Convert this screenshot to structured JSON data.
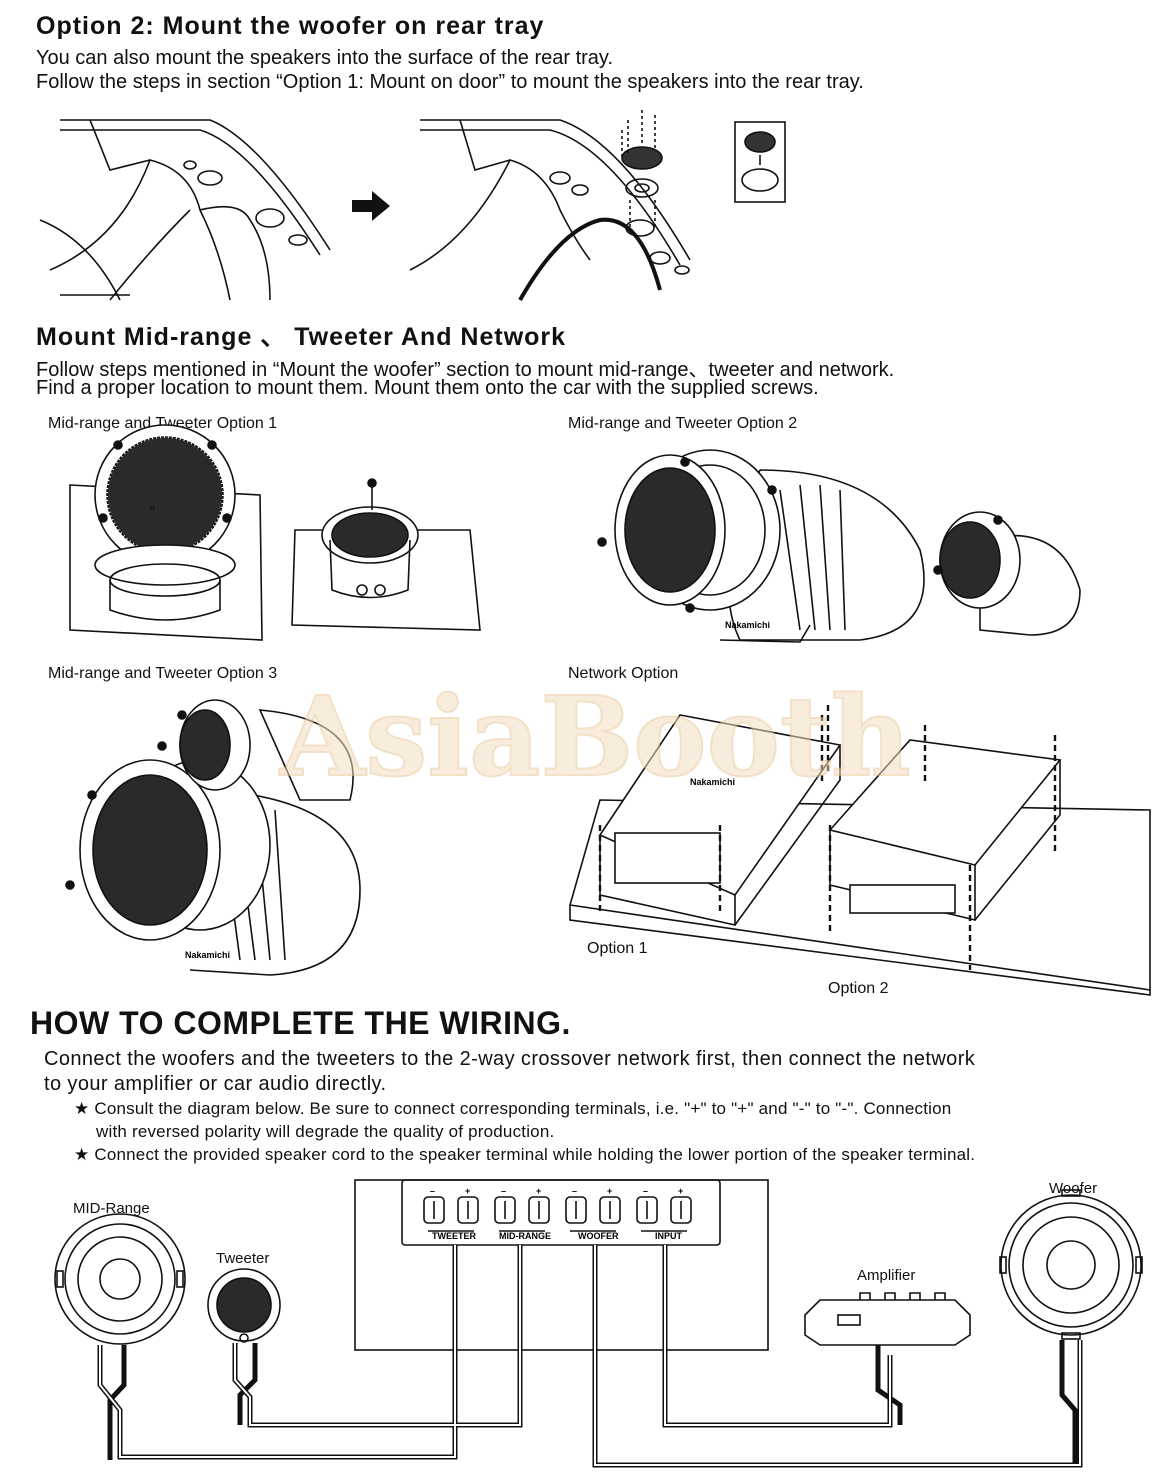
{
  "section_rear_tray": {
    "title": "Option 2: Mount the woofer on rear tray",
    "lines": [
      "You can also mount the speakers into the surface of the rear tray.",
      "Follow the steps in section “Option 1: Mount on door” to mount the speakers into the rear tray."
    ]
  },
  "section_mount": {
    "title": "Mount Mid-range 、 Tweeter And Network",
    "lines": [
      "Follow steps mentioned in “Mount the woofer” section to mount mid-range、tweeter and network.",
      "Find a proper location to mount them. Mount them onto the car with the supplied screws."
    ],
    "captions": {
      "option1": "Mid-range and Tweeter Option 1",
      "option2": "Mid-range and Tweeter Option 2",
      "option3": "Mid-range and Tweeter Option 3",
      "network": "Network Option",
      "net_opt1": "Option 1",
      "net_opt2": "Option 2"
    },
    "brand_label": "Nakamichi"
  },
  "section_wiring": {
    "title": "HOW TO COMPLETE THE WIRING.",
    "lines": [
      "Connect the woofers and the tweeters to the 2-way crossover network first, then connect the network",
      "to your amplifier or car audio directly."
    ],
    "notes": [
      "★ Consult the diagram below. Be sure to connect corresponding terminals, i.e.  \"+\" to \"+\" and \"-\" to \"-\".  Connection",
      "with reversed polarity will degrade the quality of production.",
      "★ Connect the provided speaker cord to the speaker terminal while holding the lower portion of the speaker terminal."
    ],
    "labels": {
      "midrange": "MID-Range",
      "tweeter": "Tweeter",
      "amplifier": "Amplifier",
      "woofer": "Woofer"
    },
    "terminals": [
      "TWEETER",
      "MID-RANGE",
      "WOOFER",
      "INPUT"
    ],
    "minus": "–",
    "plus": "+"
  },
  "watermark": "AsiaBooth",
  "colors": {
    "ink": "#111111",
    "watermark": "#f3ddc0"
  }
}
